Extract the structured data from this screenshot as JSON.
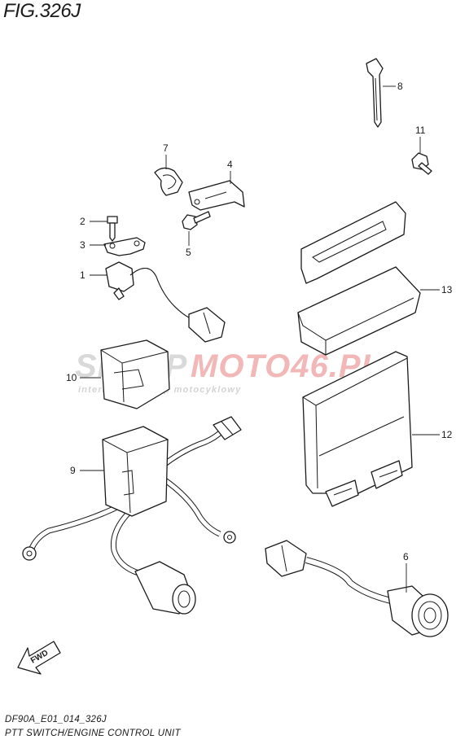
{
  "figure": {
    "title": "FIG.326J",
    "footer_code": "DF90A_E01_014_326J",
    "footer_caption": "PTT SWITCH/ENGINE CONTROL UNIT"
  },
  "watermark": {
    "text_left": "SKLEP",
    "text_right": "MOTO46.PL",
    "tagline": "internetowy sklep motocyklowy",
    "color_grey": "#d9d9d9",
    "color_red": "#f2b7b7"
  },
  "fwd_label": "FWD",
  "callouts": [
    {
      "id": "1",
      "label": "1"
    },
    {
      "id": "2",
      "label": "2"
    },
    {
      "id": "3",
      "label": "3"
    },
    {
      "id": "4",
      "label": "4"
    },
    {
      "id": "5",
      "label": "5"
    },
    {
      "id": "6",
      "label": "6"
    },
    {
      "id": "7",
      "label": "7"
    },
    {
      "id": "8",
      "label": "8"
    },
    {
      "id": "9",
      "label": "9"
    },
    {
      "id": "10",
      "label": "10"
    },
    {
      "id": "11",
      "label": "11"
    },
    {
      "id": "12",
      "label": "12"
    },
    {
      "id": "13",
      "label": "13"
    }
  ]
}
